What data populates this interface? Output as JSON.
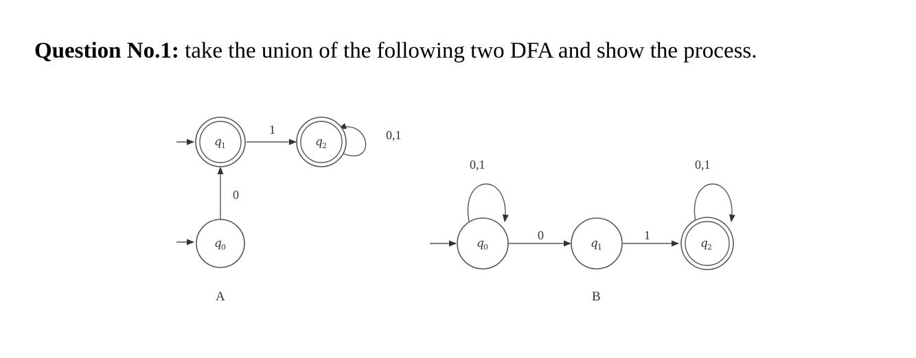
{
  "question": {
    "label": "Question No.1:",
    "text": " take the union of the following two DFA and show the process."
  },
  "dfa_a": {
    "caption": "A",
    "states": [
      {
        "id": "q0",
        "name": "q",
        "sub": "0",
        "start": true,
        "accept": false
      },
      {
        "id": "q1",
        "name": "q",
        "sub": "1",
        "start": true,
        "accept": true
      },
      {
        "id": "q2",
        "name": "q",
        "sub": "2",
        "start": false,
        "accept": true
      }
    ],
    "transitions": [
      {
        "from": "q0",
        "to": "q1",
        "label": "0"
      },
      {
        "from": "q1",
        "to": "q2",
        "label": "1"
      },
      {
        "from": "q2",
        "to": "q2",
        "label": "0,1"
      }
    ]
  },
  "dfa_b": {
    "caption": "B",
    "states": [
      {
        "id": "q0",
        "name": "q",
        "sub": "0",
        "start": true,
        "accept": false
      },
      {
        "id": "q1",
        "name": "q",
        "sub": "1",
        "start": false,
        "accept": false
      },
      {
        "id": "q2",
        "name": "q",
        "sub": "2",
        "start": false,
        "accept": true
      }
    ],
    "transitions": [
      {
        "from": "q0",
        "to": "q0",
        "label": "0,1"
      },
      {
        "from": "q0",
        "to": "q1",
        "label": "0"
      },
      {
        "from": "q1",
        "to": "q2",
        "label": "1"
      },
      {
        "from": "q2",
        "to": "q2",
        "label": "0,1"
      }
    ]
  }
}
